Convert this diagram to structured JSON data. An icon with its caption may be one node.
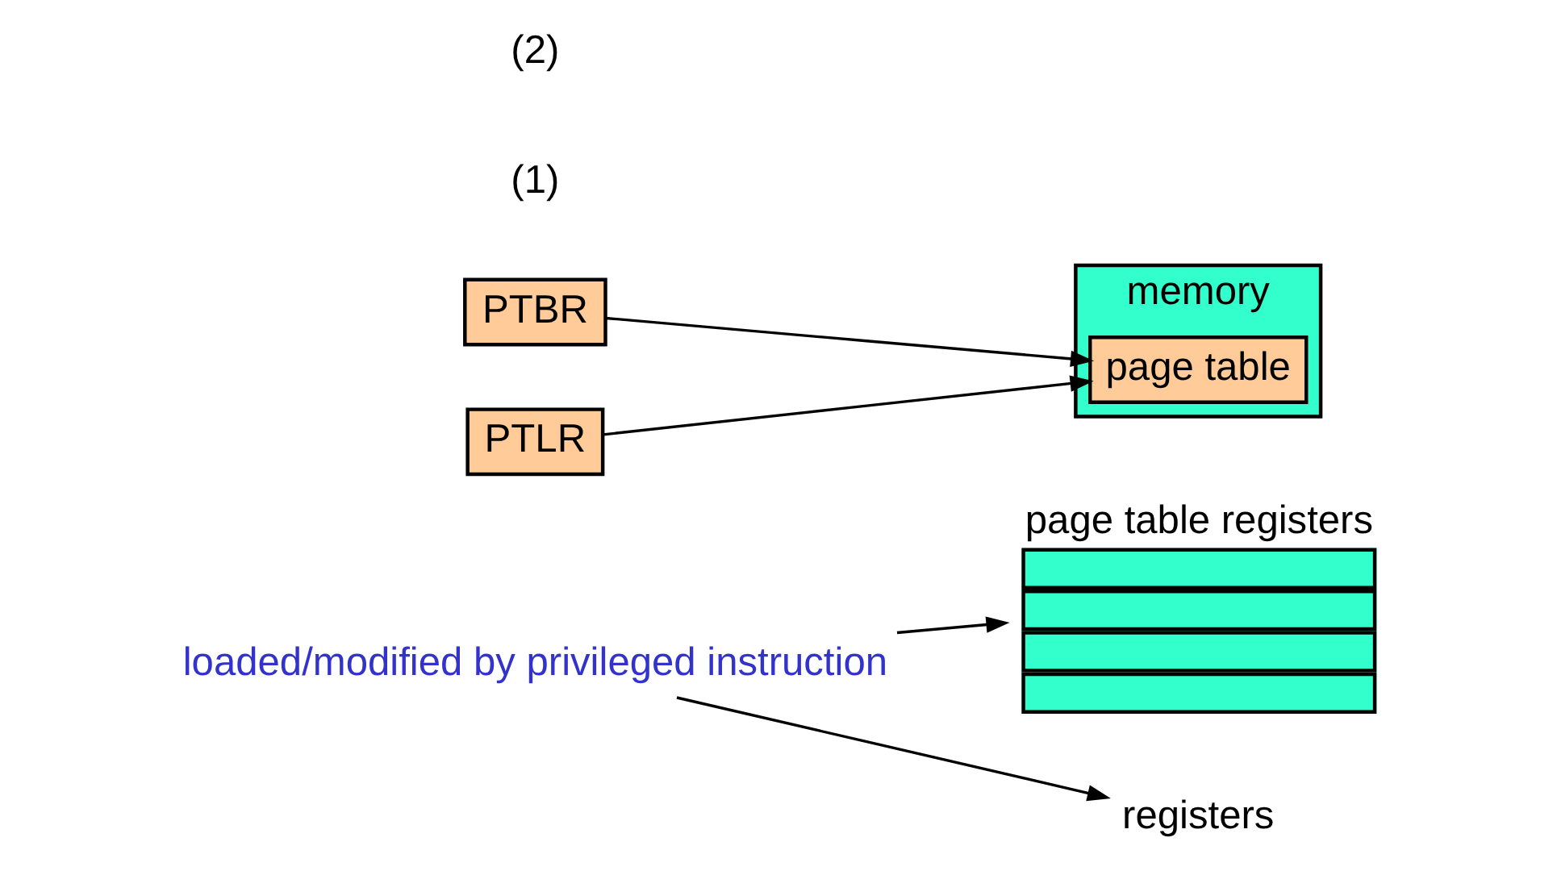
{
  "diagram": {
    "nodes": [
      {
        "text": [
          "page table registers"
        ]
      },
      {
        "text": [
          "registers"
        ]
      },
      {
        "text": [
          "PTBR"
        ]
      },
      {
        "text": [
          "PTLR"
        ]
      },
      {
        "text": [
          "memory"
        ]
      },
      {
        "text": [
          "page table"
        ],
        "in": 4
      },
      {
        "text": [
          "loaded/modified by privileged instruction"
        ]
      }
    ],
    "edges": [
      {
        "from": 6,
        "to": 0,
        "arrow": "to"
      },
      {
        "from": 6,
        "to": 1,
        "arrow": "to"
      },
      {
        "from": 2,
        "to": 5,
        "arrow": "to"
      },
      {
        "from": 3,
        "to": 5,
        "arrow": "to"
      }
    ],
    "labels": [
      "(1)",
      "(2)"
    ]
  }
}
